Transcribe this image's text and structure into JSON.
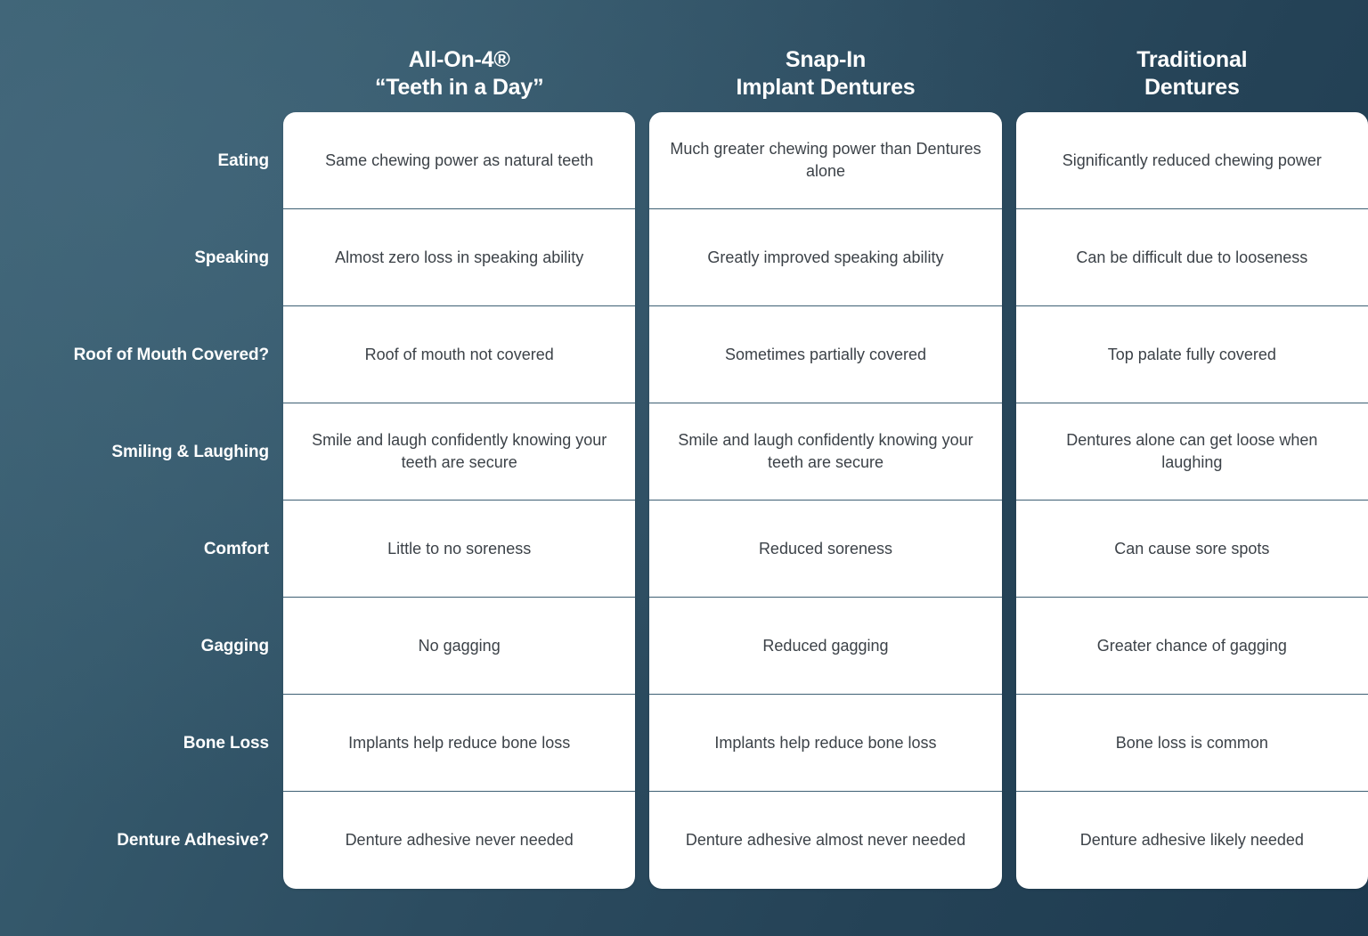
{
  "theme": {
    "background_dark": "#1d3a4f",
    "background_light": "#3b6173",
    "card_background": "#ffffff",
    "divider_color": "#3d5f73",
    "header_text_color": "#ffffff",
    "cell_text_color": "#3c4248"
  },
  "table": {
    "columns": [
      {
        "id": "all-on-4",
        "title": "All-On-4®\n“Teeth in a Day”"
      },
      {
        "id": "snap-in",
        "title": "Snap-In\nImplant Dentures"
      },
      {
        "id": "traditional",
        "title": "Traditional\nDentures"
      }
    ],
    "row_labels": [
      "Eating",
      "Speaking",
      "Roof of Mouth Covered?",
      "Smiling & Laughing",
      "Comfort",
      "Gagging",
      "Bone Loss",
      "Denture Adhesive?"
    ],
    "cells": {
      "all-on-4": [
        "Same chewing power as natural teeth",
        "Almost zero loss in speaking ability",
        "Roof of mouth not covered",
        "Smile and laugh confidently knowing your teeth are secure",
        "Little to no soreness",
        "No gagging",
        "Implants help reduce bone loss",
        "Denture adhesive never needed"
      ],
      "snap-in": [
        "Much greater chewing power than Dentures alone",
        "Greatly improved speaking ability",
        "Sometimes partially covered",
        "Smile and laugh confidently knowing your teeth are secure",
        "Reduced soreness",
        "Reduced gagging",
        "Implants help reduce bone loss",
        "Denture adhesive almost never needed"
      ],
      "traditional": [
        "Significantly reduced chewing power",
        "Can be difficult due to looseness",
        "Top palate fully covered",
        "Dentures alone can get loose when laughing",
        "Can cause sore spots",
        "Greater chance of gagging",
        "Bone loss is common",
        "Denture adhesive likely needed"
      ]
    }
  }
}
